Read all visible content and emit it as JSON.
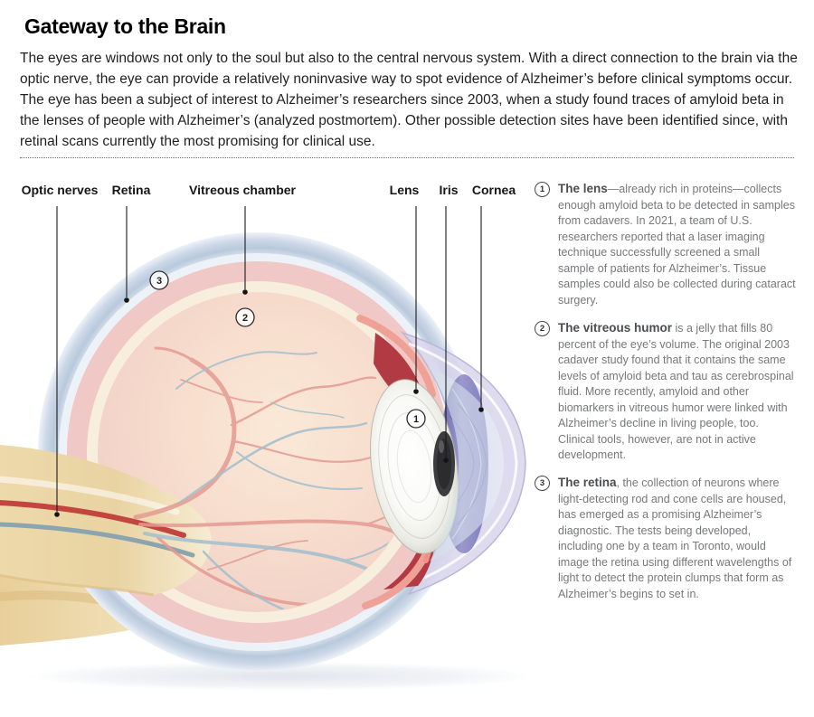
{
  "header": {
    "title": "Gateway to the Brain",
    "intro": "The eyes are windows not only to the soul but also to the central nervous system. With a direct connection to the brain via the optic nerve, the eye can provide a relatively noninvasive way to spot evidence of Alzheimer’s before clinical symptoms occur. The eye has been a subject of interest to Alzheimer’s researchers since 2003, when a study found traces of amyloid beta in the lenses of people with Alzheimer’s (analyzed postmortem). Other possible detection sites have been identified since, with retinal scans currently the most promising for clinical use."
  },
  "diagram": {
    "labels": [
      {
        "text": "Optic nerves"
      },
      {
        "text": "Retina"
      },
      {
        "text": "Vitreous chamber"
      },
      {
        "text": "Lens"
      },
      {
        "text": "Iris"
      },
      {
        "text": "Cornea"
      }
    ]
  },
  "annotations": [
    {
      "num": "1",
      "lead": "The lens",
      "body": "—already rich in proteins—collects enough amyloid beta to be detected in samples from cadavers. In 2021, a team of U.S. researchers reported that a laser imaging technique successfully screened a small sample of patients for Alzheimer’s. Tissue samples could also be collected during cataract surgery."
    },
    {
      "num": "2",
      "lead": "The vitreous humor",
      "body": " is a jelly that fills 80 percent of the eye’s volume. The original 2003 cadaver study found that it contains the same levels of amyloid beta and tau as cerebrospinal fluid. More recently, amyloid and other biomarkers in vitreous humor were linked with Alzheimer’s decline in living people, too. Clinical tools, however, are not in active development."
    },
    {
      "num": "3",
      "lead": "The retina",
      "body": ", the collection of neurons where light-detecting rod and cone cells are housed, has emerged as a promising Alzheimer’s diagnostic. The tests being developed, including one by a team in Toronto, would image the retina using different wavelengths of light to detect the protein clumps that form as Alzheimer’s begins to set in."
    }
  ],
  "colors": {
    "sclera_blue": "#b8c9dc",
    "retina_pink": "#f0c8c5",
    "cream_layer": "#f8eedd",
    "vitreous_pink": "#f4d7cb",
    "vessel_salmon": "#e49a92",
    "vessel_blue": "#a7c0ce",
    "nerve_tan": "#e9d3a2",
    "ciliary_red": "#b23a43",
    "iris_purple": "#7a78bb",
    "cornea_blue": "#d3e4ea",
    "pupil_dark": "#3c3c3f",
    "text_dark": "#1a1a1a",
    "text_gray": "#77787b"
  }
}
